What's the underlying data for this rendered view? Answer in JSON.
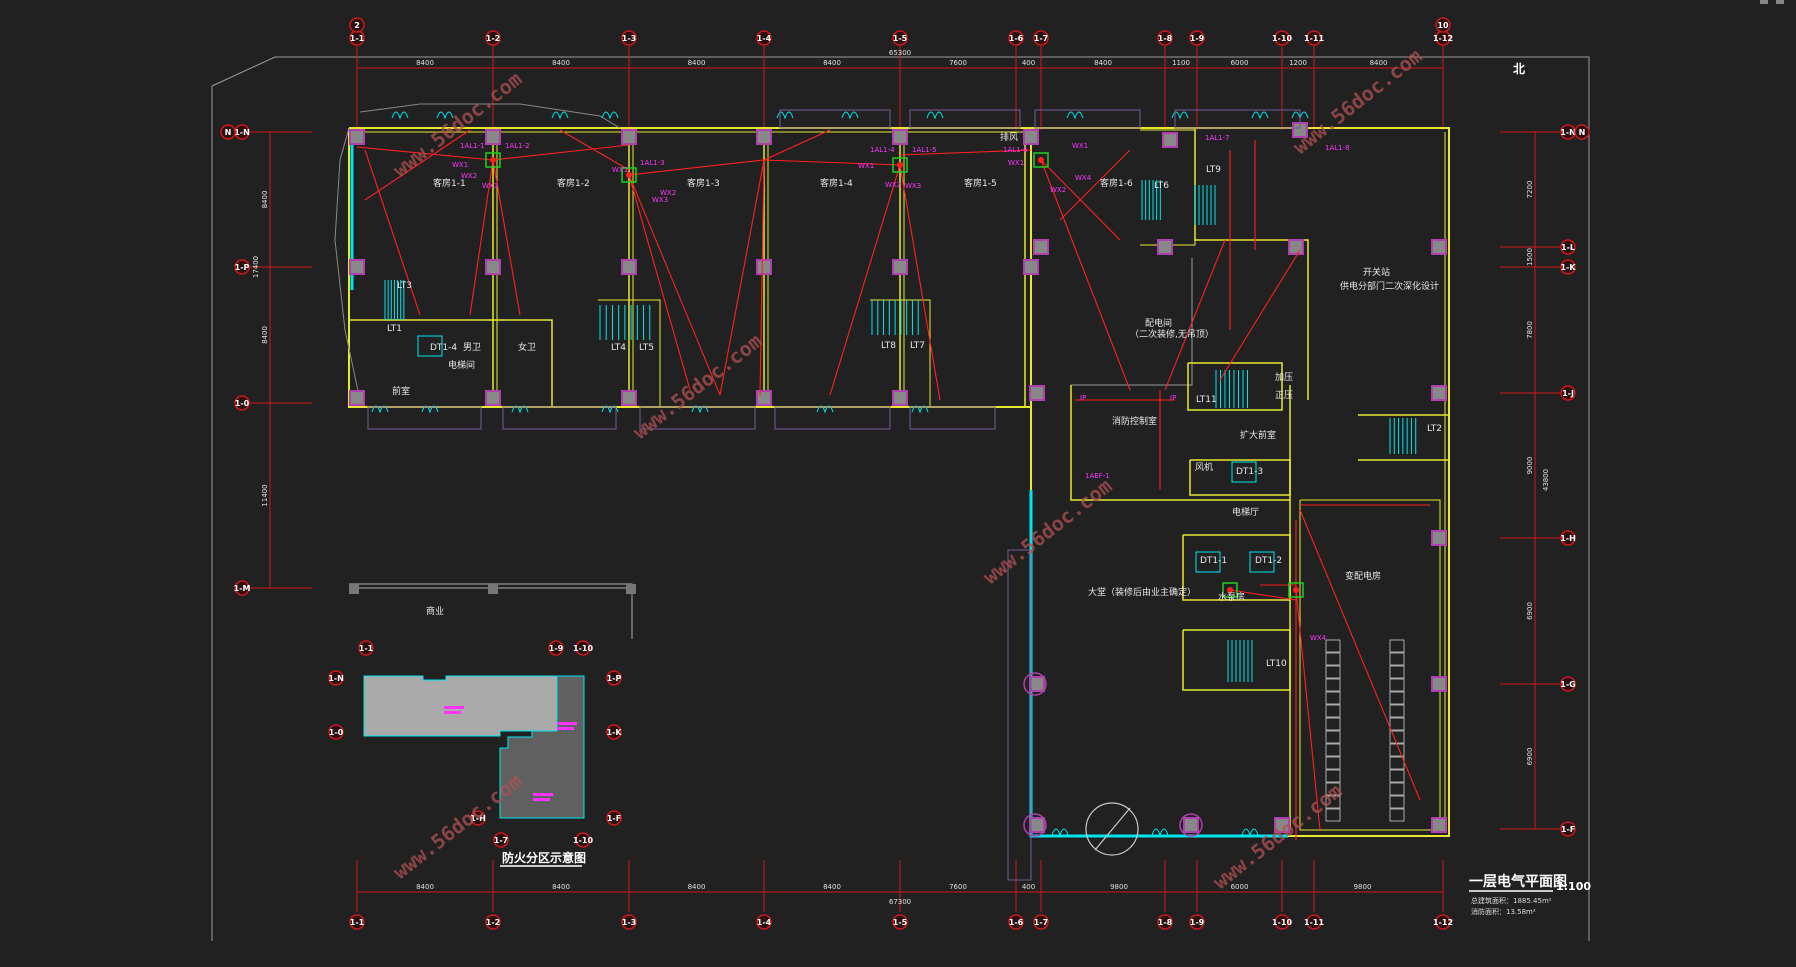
{
  "drawing": {
    "title": "一层电气平面图",
    "scale": "1:100",
    "area_total": "总建筑面积：1885.45m²",
    "area_other": "消防面积：13.58m²",
    "north": "北",
    "watermark": "www.56doc.com"
  },
  "axes": {
    "columns": [
      "1-1",
      "1-2",
      "1-3",
      "1-4",
      "1-5",
      "1-6",
      "1-7",
      "1-8",
      "1-9",
      "1-10",
      "1-11",
      "1-12"
    ],
    "column_top_extra": {
      "first": "2",
      "last": "10"
    },
    "rows_left": [
      "1-N",
      "1-P",
      "1-0",
      "1-M"
    ],
    "rows_right": [
      "1-N",
      "1-L",
      "1-K",
      "1-J",
      "1-H",
      "1-G",
      "1-F"
    ]
  },
  "dimensions": {
    "top_total": "65300",
    "top": [
      "8400",
      "8400",
      "8400",
      "8400",
      "7600",
      "400",
      "8400",
      "1100",
      "6000",
      "1200",
      "8400"
    ],
    "bottom_total": "67300",
    "bottom": [
      "8400",
      "8400",
      "8400",
      "8400",
      "7600",
      "400",
      "9800",
      "6000",
      "9800"
    ],
    "left": [
      "8400",
      "17400",
      "8400",
      "11400"
    ],
    "right": [
      "7200",
      "1500",
      "7800",
      "43800",
      "9000",
      "6900",
      "6900"
    ]
  },
  "rooms": [
    "客房1-1",
    "客房1-2",
    "客房1-3",
    "客房1-4",
    "客房1-5",
    "客房1-6",
    "开关站",
    "供电分部门二次深化设计",
    "配电间",
    "（二次装修,无吊顶）",
    "消防控制室",
    "大堂（装修后由业主确定）",
    "变配电房",
    "电梯厅",
    "扩大前室",
    "商业",
    "排风",
    "男卫",
    "女卫",
    "电梯间",
    "前室",
    "水泵房",
    "风机",
    "加压",
    "正压"
  ],
  "elevators": [
    "LT1",
    "LT2",
    "LT3",
    "LT4",
    "LT5",
    "LT6",
    "LT7",
    "LT8",
    "LT9",
    "LT10",
    "LT11",
    "DT1-1",
    "DT1-2",
    "DT1-3",
    "DT1-4"
  ],
  "circuits": [
    "1AL1-1",
    "1AL1-2",
    "1AL1-3",
    "1AL1-4",
    "1AL1-5",
    "1AL1-6",
    "1AL1-7",
    "1AL1-8",
    "1AEF-1",
    "WX1",
    "WX2",
    "WX3",
    "WX4",
    "IP"
  ],
  "fire_zone": {
    "title": "防火分区示意图"
  },
  "colors": {
    "wall": "#e8e830",
    "glass": "#00e5ee",
    "wire": "#ff2020",
    "column": "#b040b0",
    "axis": "#d01818",
    "text": "#ff33ff"
  }
}
